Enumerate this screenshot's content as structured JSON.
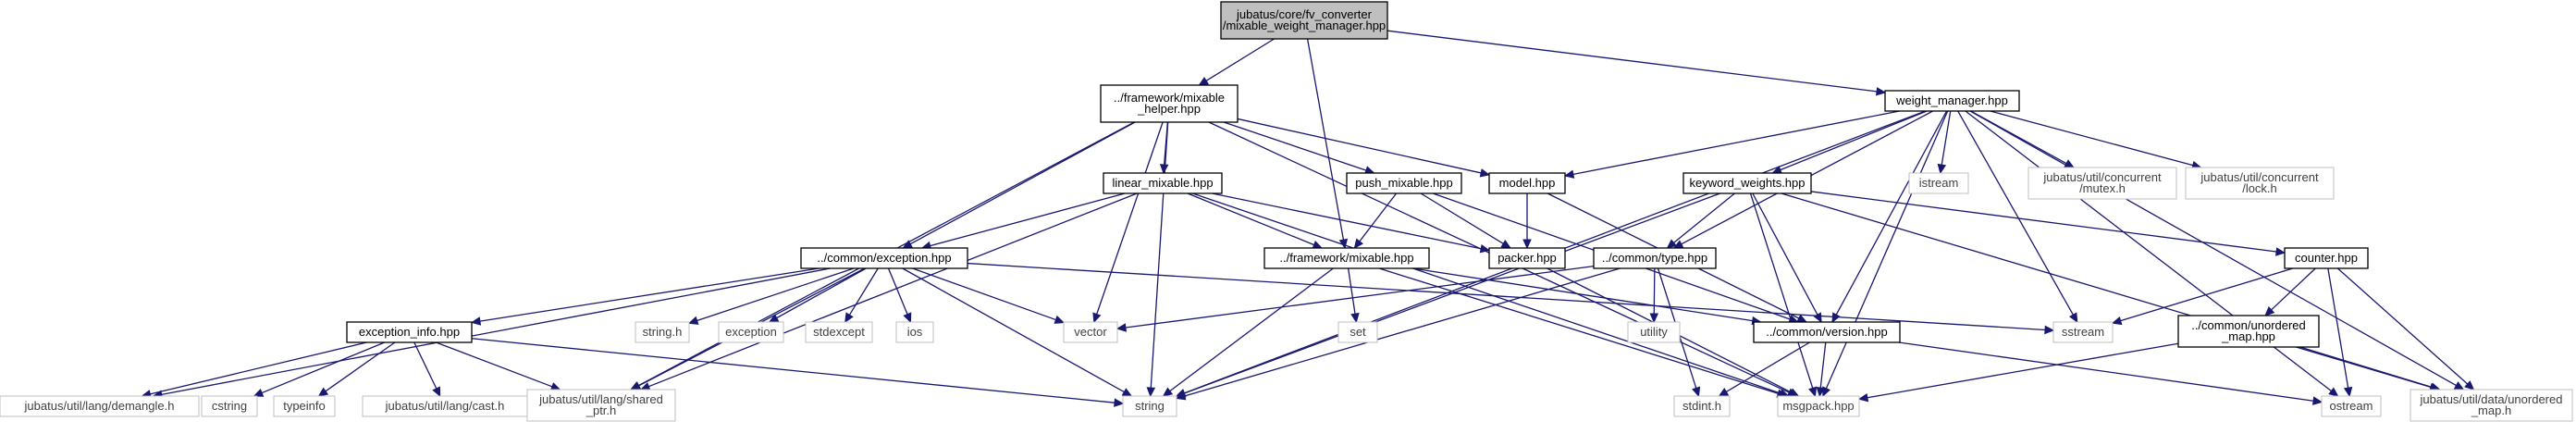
{
  "graph": {
    "edge_color": "#191970",
    "root_fill": "#bfbfbf",
    "node_border": "#000000",
    "external_node_border": "#bfbfbf",
    "nodes": [
      {
        "id": "root",
        "lines": [
          "jubatus/core/fv_converter",
          "/mixable_weight_manager.hpp"
        ],
        "kind": "root"
      },
      {
        "id": "helper",
        "lines": [
          "../framework/mixable",
          "_helper.hpp"
        ],
        "kind": "internal"
      },
      {
        "id": "weight_manager",
        "lines": [
          "weight_manager.hpp"
        ],
        "kind": "internal"
      },
      {
        "id": "linear_mixable",
        "lines": [
          "linear_mixable.hpp"
        ],
        "kind": "internal"
      },
      {
        "id": "push_mixable",
        "lines": [
          "push_mixable.hpp"
        ],
        "kind": "internal"
      },
      {
        "id": "model",
        "lines": [
          "model.hpp"
        ],
        "kind": "internal"
      },
      {
        "id": "keyword_weights",
        "lines": [
          "keyword_weights.hpp"
        ],
        "kind": "internal"
      },
      {
        "id": "istream",
        "lines": [
          "istream"
        ],
        "kind": "external"
      },
      {
        "id": "mutex",
        "lines": [
          "jubatus/util/concurrent",
          "/mutex.h"
        ],
        "kind": "external"
      },
      {
        "id": "lock",
        "lines": [
          "jubatus/util/concurrent",
          "/lock.h"
        ],
        "kind": "external"
      },
      {
        "id": "exception",
        "lines": [
          "../common/exception.hpp"
        ],
        "kind": "internal"
      },
      {
        "id": "fw_mixable",
        "lines": [
          "../framework/mixable.hpp"
        ],
        "kind": "internal"
      },
      {
        "id": "packer",
        "lines": [
          "packer.hpp"
        ],
        "kind": "internal"
      },
      {
        "id": "type",
        "lines": [
          "../common/type.hpp"
        ],
        "kind": "internal"
      },
      {
        "id": "counter",
        "lines": [
          "counter.hpp"
        ],
        "kind": "internal"
      },
      {
        "id": "exception_info",
        "lines": [
          "exception_info.hpp"
        ],
        "kind": "internal"
      },
      {
        "id": "string_h",
        "lines": [
          "string.h"
        ],
        "kind": "external"
      },
      {
        "id": "exception_std",
        "lines": [
          "exception"
        ],
        "kind": "external"
      },
      {
        "id": "stdexcept",
        "lines": [
          "stdexcept"
        ],
        "kind": "external"
      },
      {
        "id": "ios",
        "lines": [
          "ios"
        ],
        "kind": "external"
      },
      {
        "id": "vector",
        "lines": [
          "vector"
        ],
        "kind": "external"
      },
      {
        "id": "set",
        "lines": [
          "set"
        ],
        "kind": "external"
      },
      {
        "id": "utility",
        "lines": [
          "utility"
        ],
        "kind": "external"
      },
      {
        "id": "version",
        "lines": [
          "../common/version.hpp"
        ],
        "kind": "internal"
      },
      {
        "id": "sstream",
        "lines": [
          "sstream"
        ],
        "kind": "external"
      },
      {
        "id": "unordered_map_common",
        "lines": [
          "../common/unordered",
          "_map.hpp"
        ],
        "kind": "internal"
      },
      {
        "id": "demangle",
        "lines": [
          "jubatus/util/lang/demangle.h"
        ],
        "kind": "external"
      },
      {
        "id": "cstring",
        "lines": [
          "cstring"
        ],
        "kind": "external"
      },
      {
        "id": "typeinfo",
        "lines": [
          "typeinfo"
        ],
        "kind": "external"
      },
      {
        "id": "cast",
        "lines": [
          "jubatus/util/lang/cast.h"
        ],
        "kind": "external"
      },
      {
        "id": "shared_ptr",
        "lines": [
          "jubatus/util/lang/shared",
          "_ptr.h"
        ],
        "kind": "external"
      },
      {
        "id": "string",
        "lines": [
          "string"
        ],
        "kind": "external"
      },
      {
        "id": "stdint",
        "lines": [
          "stdint.h"
        ],
        "kind": "external"
      },
      {
        "id": "msgpack",
        "lines": [
          "msgpack.hpp"
        ],
        "kind": "external"
      },
      {
        "id": "ostream",
        "lines": [
          "ostream"
        ],
        "kind": "external"
      },
      {
        "id": "data_unordered_map",
        "lines": [
          "jubatus/util/data/unordered",
          "_map.h"
        ],
        "kind": "external"
      }
    ],
    "edges": [
      [
        "root",
        "helper"
      ],
      [
        "root",
        "fw_mixable"
      ],
      [
        "root",
        "weight_manager"
      ],
      [
        "helper",
        "linear_mixable"
      ],
      [
        "helper",
        "push_mixable"
      ],
      [
        "helper",
        "model"
      ],
      [
        "helper",
        "exception"
      ],
      [
        "helper",
        "shared_ptr"
      ],
      [
        "helper",
        "vector"
      ],
      [
        "helper",
        "string"
      ],
      [
        "helper",
        "msgpack"
      ],
      [
        "weight_manager",
        "model"
      ],
      [
        "weight_manager",
        "keyword_weights"
      ],
      [
        "weight_manager",
        "istream"
      ],
      [
        "weight_manager",
        "mutex"
      ],
      [
        "weight_manager",
        "lock"
      ],
      [
        "weight_manager",
        "type"
      ],
      [
        "weight_manager",
        "version"
      ],
      [
        "weight_manager",
        "sstream"
      ],
      [
        "weight_manager",
        "ostream"
      ],
      [
        "weight_manager",
        "data_unordered_map"
      ],
      [
        "weight_manager",
        "string"
      ],
      [
        "weight_manager",
        "msgpack"
      ],
      [
        "linear_mixable",
        "exception"
      ],
      [
        "linear_mixable",
        "fw_mixable"
      ],
      [
        "linear_mixable",
        "packer"
      ],
      [
        "linear_mixable",
        "shared_ptr"
      ],
      [
        "linear_mixable",
        "msgpack"
      ],
      [
        "push_mixable",
        "fw_mixable"
      ],
      [
        "push_mixable",
        "packer"
      ],
      [
        "push_mixable",
        "version"
      ],
      [
        "model",
        "packer"
      ],
      [
        "model",
        "version"
      ],
      [
        "keyword_weights",
        "type"
      ],
      [
        "keyword_weights",
        "counter"
      ],
      [
        "keyword_weights",
        "version"
      ],
      [
        "keyword_weights",
        "msgpack"
      ],
      [
        "keyword_weights",
        "string"
      ],
      [
        "keyword_weights",
        "data_unordered_map"
      ],
      [
        "exception",
        "exception_info"
      ],
      [
        "exception",
        "string_h"
      ],
      [
        "exception",
        "exception_std"
      ],
      [
        "exception",
        "stdexcept"
      ],
      [
        "exception",
        "ios"
      ],
      [
        "exception",
        "vector"
      ],
      [
        "exception",
        "sstream"
      ],
      [
        "exception",
        "demangle"
      ],
      [
        "exception",
        "shared_ptr"
      ],
      [
        "exception",
        "string"
      ],
      [
        "fw_mixable",
        "set"
      ],
      [
        "fw_mixable",
        "version"
      ],
      [
        "fw_mixable",
        "string"
      ],
      [
        "fw_mixable",
        "msgpack"
      ],
      [
        "packer",
        "msgpack"
      ],
      [
        "type",
        "vector"
      ],
      [
        "type",
        "utility"
      ],
      [
        "type",
        "stdint"
      ],
      [
        "type",
        "string"
      ],
      [
        "counter",
        "sstream"
      ],
      [
        "counter",
        "unordered_map_common"
      ],
      [
        "counter",
        "ostream"
      ],
      [
        "counter",
        "data_unordered_map"
      ],
      [
        "exception_info",
        "demangle"
      ],
      [
        "exception_info",
        "cstring"
      ],
      [
        "exception_info",
        "typeinfo"
      ],
      [
        "exception_info",
        "cast"
      ],
      [
        "exception_info",
        "shared_ptr"
      ],
      [
        "exception_info",
        "string"
      ],
      [
        "version",
        "stdint"
      ],
      [
        "version",
        "msgpack"
      ],
      [
        "version",
        "ostream"
      ],
      [
        "unordered_map_common",
        "msgpack"
      ],
      [
        "unordered_map_common",
        "data_unordered_map"
      ]
    ]
  }
}
